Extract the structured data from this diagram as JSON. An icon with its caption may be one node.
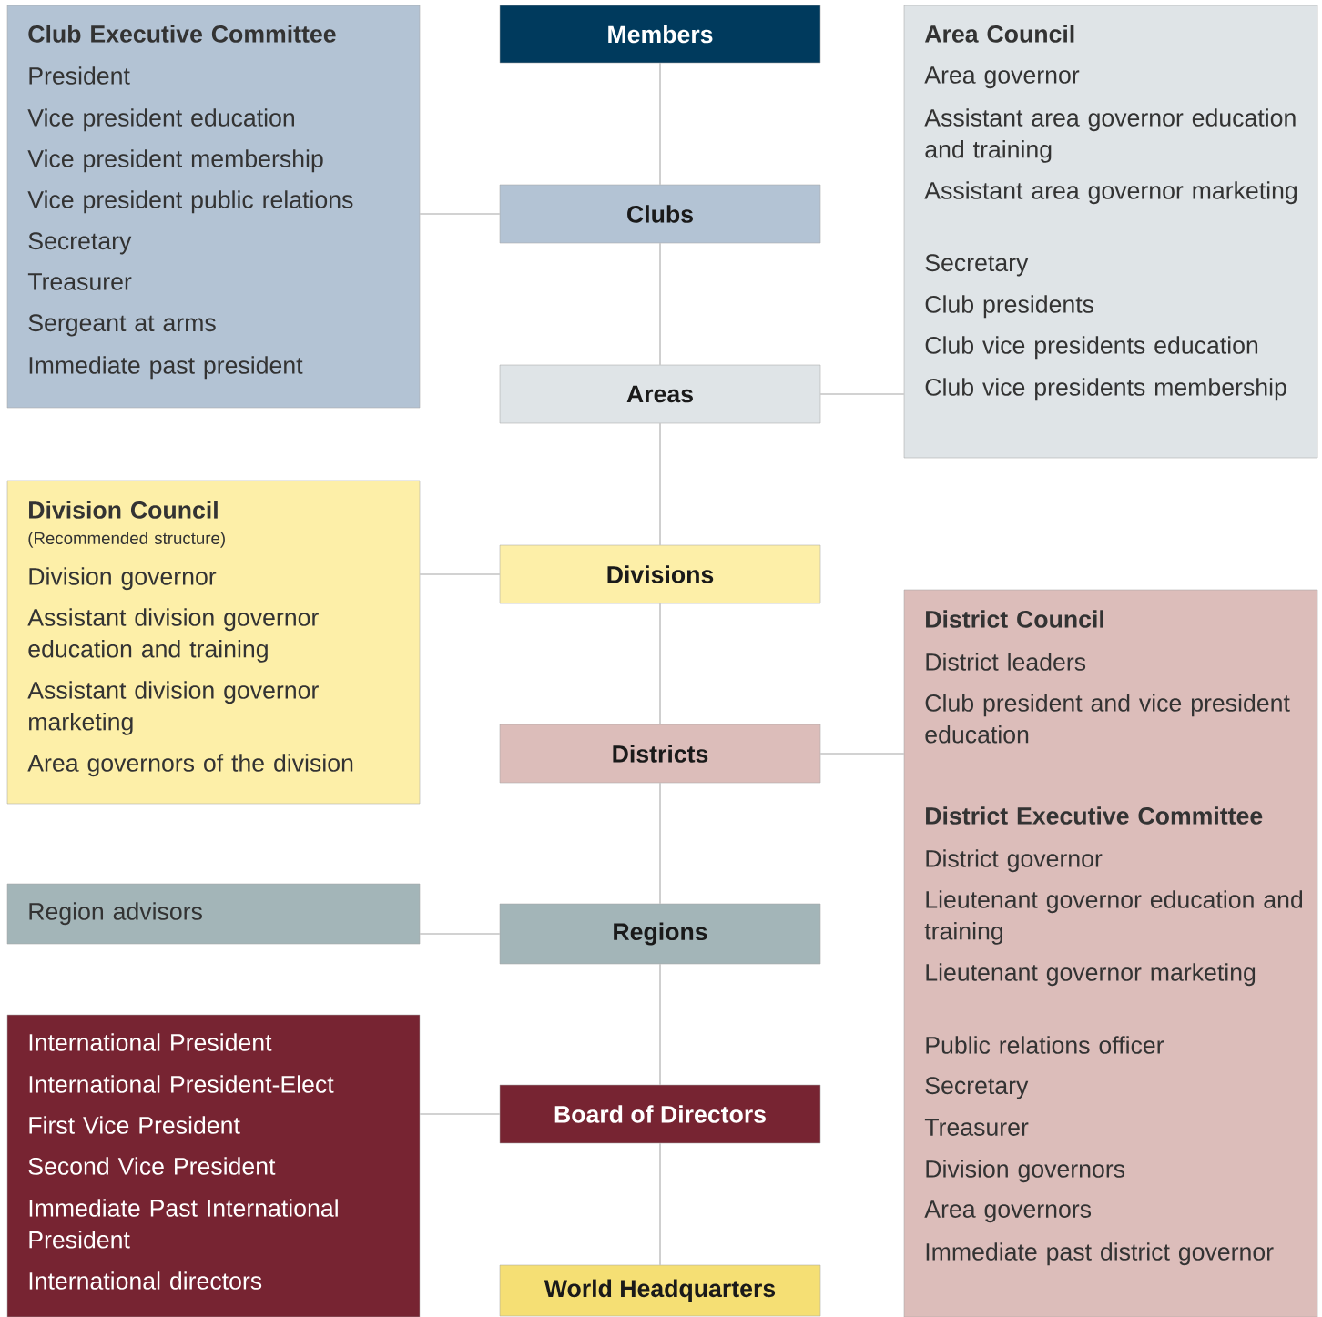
{
  "diagram": {
    "nodes": [
      {
        "text": [
          "Members"
        ]
      },
      {
        "text": [
          "Clubs"
        ]
      },
      {
        "text": [
          "Areas"
        ]
      },
      {
        "text": [
          "Divisions"
        ]
      },
      {
        "text": [
          "Districts"
        ]
      },
      {
        "text": [
          "Regions"
        ]
      },
      {
        "text": [
          "Board of Directors"
        ]
      },
      {
        "text": [
          "World Headquarters"
        ]
      },
      {
        "text": [
          "Club Executive Committee",
          "President",
          "Vice president education",
          "Vice president membership",
          "Vice president public relations",
          "Secretary",
          "Treasurer",
          "Sergeant at arms",
          "Immediate past president"
        ]
      },
      {
        "text": [
          "Area Council",
          "Area governor",
          "Assistant area governor education and training",
          "Assistant area governor marketing",
          "Secretary",
          "Club presidents",
          "Club vice presidents education",
          "Club vice presidents membership"
        ]
      },
      {
        "text": [
          "Division Council",
          "(Recommended structure)",
          "Division governor",
          "Assistant division governor education and training",
          "Assistant division governor marketing",
          "Area governors of the division"
        ]
      },
      {
        "text": [
          "District Council",
          "District leaders",
          "Club president and vice president education",
          "District Executive Committee",
          "District governor",
          "Lieutenant governor education and training",
          "Lieutenant governor marketing",
          "Public relations officer",
          "Secretary",
          "Treasurer",
          "Division governors",
          "Area governors",
          "Immediate past district governor"
        ]
      },
      {
        "text": [
          "Region advisors"
        ]
      },
      {
        "text": [
          "International President",
          "International President-Elect",
          "First Vice President",
          "Second Vice President",
          "Immediate Past International President",
          "International directors"
        ]
      }
    ],
    "edges": [
      {
        "from": 0,
        "to": 1,
        "arrow": "none"
      },
      {
        "from": 1,
        "to": 2,
        "arrow": "none"
      },
      {
        "from": 2,
        "to": 3,
        "arrow": "none"
      },
      {
        "from": 3,
        "to": 4,
        "arrow": "none"
      },
      {
        "from": 4,
        "to": 5,
        "arrow": "none"
      },
      {
        "from": 5,
        "to": 6,
        "arrow": "none"
      },
      {
        "from": 6,
        "to": 7,
        "arrow": "none"
      },
      {
        "from": 8,
        "to": 1,
        "arrow": "none"
      },
      {
        "from": 2,
        "to": 9,
        "arrow": "none"
      },
      {
        "from": 10,
        "to": 3,
        "arrow": "none"
      },
      {
        "from": 4,
        "to": 11,
        "arrow": "none"
      },
      {
        "from": 12,
        "to": 5,
        "arrow": "none"
      },
      {
        "from": 13,
        "to": 6,
        "arrow": "none"
      }
    ]
  }
}
